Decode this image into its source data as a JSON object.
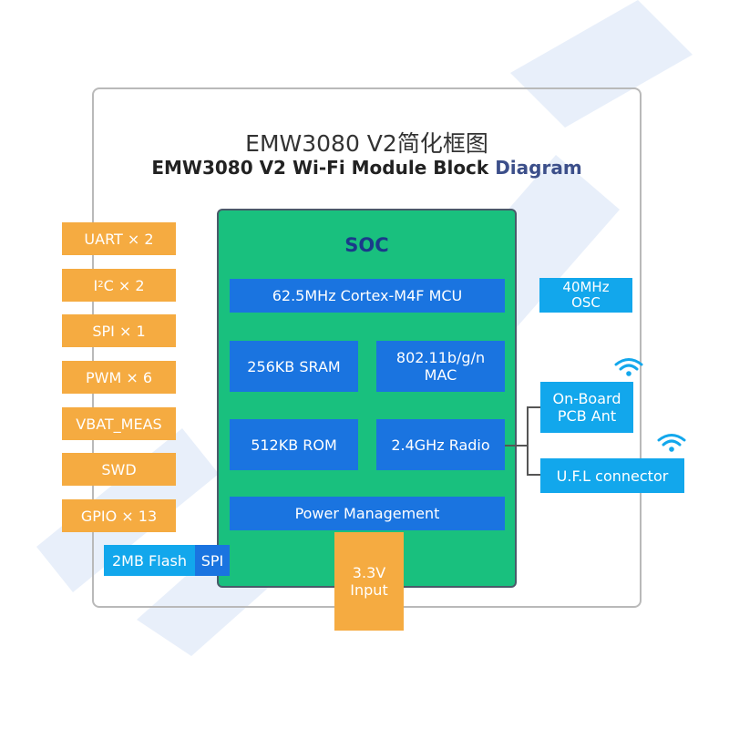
{
  "title": {
    "cn": "EMW3080 V2简化框图",
    "en_main": "EMW3080 V2 Wi-Fi Module Block ",
    "en_highlight": "Diagram"
  },
  "soc": {
    "label": "SOC",
    "mcu": "62.5MHz Cortex-M4F MCU",
    "sram": "256KB SRAM",
    "mac_line1": "802.11b/g/n",
    "mac_line2": "MAC",
    "rom": "512KB ROM",
    "radio": "2.4GHz Radio",
    "power": "Power Management"
  },
  "interfaces": {
    "uart": "UART × 2",
    "i2c_prefix": "I",
    "i2c_sup": "2",
    "i2c_suffix": "C × 2",
    "spi": "SPI × 1",
    "pwm": "PWM × 6",
    "vbat": "VBAT_MEAS",
    "swd": "SWD",
    "gpio": "GPIO × 13"
  },
  "flash": {
    "label": "2MB Flash",
    "bus": "SPI"
  },
  "power_input": {
    "line1": "3.3V",
    "line2": "Input"
  },
  "osc": {
    "line1": "40MHz",
    "line2": "OSC"
  },
  "antennas": {
    "onboard_line1": "On-Board",
    "onboard_line2": "PCB Ant",
    "ufl": "U.F.L connector"
  },
  "colors": {
    "soc_green": "#19c07e",
    "block_blue": "#1a74e0",
    "interface_orange": "#f5ab41",
    "peripheral_lightblue": "#12a7ec"
  }
}
